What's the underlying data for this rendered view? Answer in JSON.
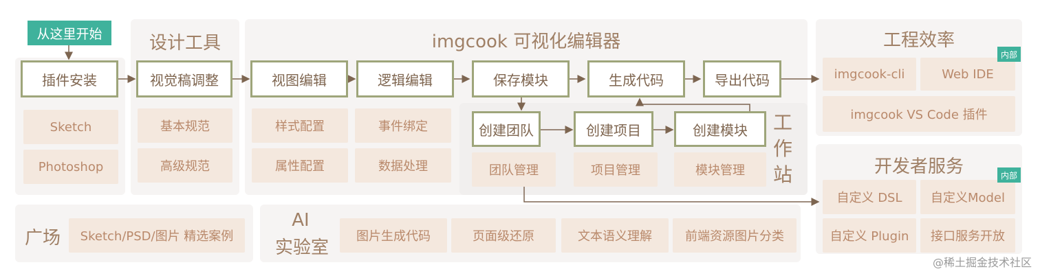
{
  "start_label": "从这里开始",
  "sections": {
    "design_tools": "设计工具",
    "editor": "imgcook 可视化编辑器",
    "workstation": [
      "工",
      "作",
      "站"
    ],
    "efficiency": "工程效率",
    "dev_services": "开发者服务",
    "plaza": "广场",
    "ai_lab": [
      "AI",
      "实验室"
    ]
  },
  "flow": [
    "插件安装",
    "视觉稿调整",
    "视图编辑",
    "逻辑编辑",
    "保存模块",
    "生成代码",
    "导出代码"
  ],
  "plugin_items": [
    "Sketch",
    "Photoshop"
  ],
  "design_items": [
    "基本规范",
    "高级规范"
  ],
  "view_items": [
    "样式配置",
    "属性配置"
  ],
  "logic_items": [
    "事件绑定",
    "数据处理"
  ],
  "workstation_flow": [
    "创建团队",
    "创建项目",
    "创建模块"
  ],
  "workstation_items": [
    "团队管理",
    "项目管理",
    "模块管理"
  ],
  "efficiency_items": [
    "imgcook-cli",
    "Web IDE",
    "imgcook VS Code 插件"
  ],
  "dev_items": [
    "自定义 DSL",
    "自定义Model",
    "自定义 Plugin",
    "接口服务开放"
  ],
  "internal_tag": "内部",
  "plaza_item": "Sketch/PSD/图片 精选案例",
  "ai_items": [
    "图片生成代码",
    "页面级还原",
    "文本语义理解",
    "前端资源图片分类"
  ],
  "watermark": "@稀土掘金技术社区",
  "colors": {
    "flow_border": "#9ea57a",
    "accent": "#3fb29c",
    "panel": "#f6f4f3",
    "sub_bg": "#f4e8de"
  }
}
